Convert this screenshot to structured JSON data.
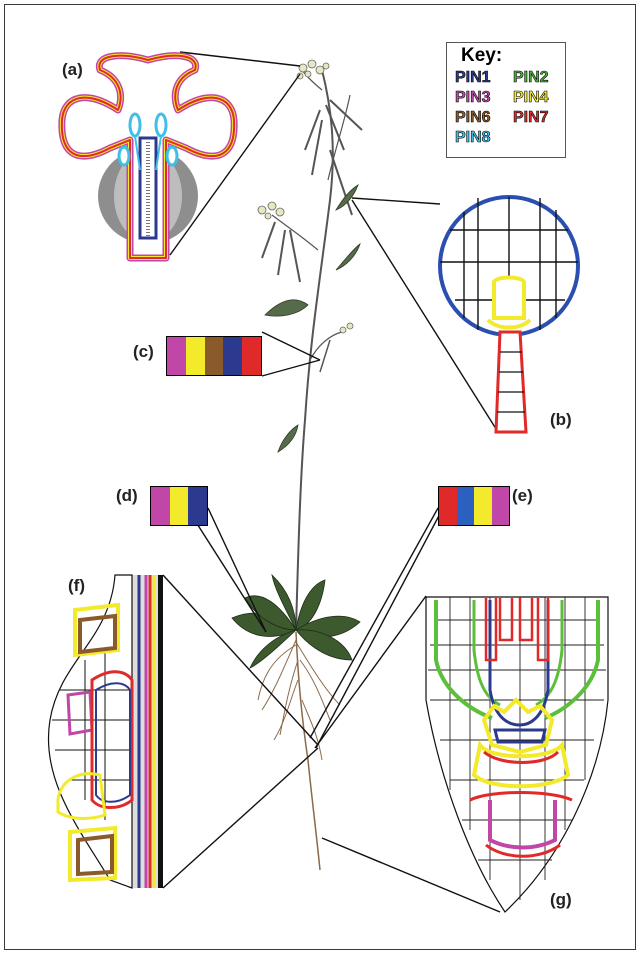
{
  "labels": {
    "a": "(a)",
    "b": "(b)",
    "c": "(c)",
    "d": "(d)",
    "e": "(e)",
    "f": "(f)",
    "g": "(g)"
  },
  "key": {
    "title": "Key:",
    "items": [
      {
        "label": "PIN1",
        "color": "#2b3a8f"
      },
      {
        "label": "PIN2",
        "color": "#4caf3a"
      },
      {
        "label": "PIN3",
        "color": "#c046a8"
      },
      {
        "label": "PIN4",
        "color": "#f2ea2a"
      },
      {
        "label": "PIN6",
        "color": "#8b5a2b"
      },
      {
        "label": "PIN7",
        "color": "#e02a2a"
      },
      {
        "label": "PIN8",
        "color": "#3fbfe8"
      }
    ]
  },
  "swatches": {
    "c": [
      "#c046a8",
      "#f2ea2a",
      "#8b5a2b",
      "#2b3a8f",
      "#e02a2a"
    ],
    "d": [
      "#c046a8",
      "#f2ea2a",
      "#2b3a8f"
    ],
    "e": [
      "#e02a2a",
      "#2b5fc0",
      "#f2ea2a",
      "#c046a8"
    ]
  }
}
